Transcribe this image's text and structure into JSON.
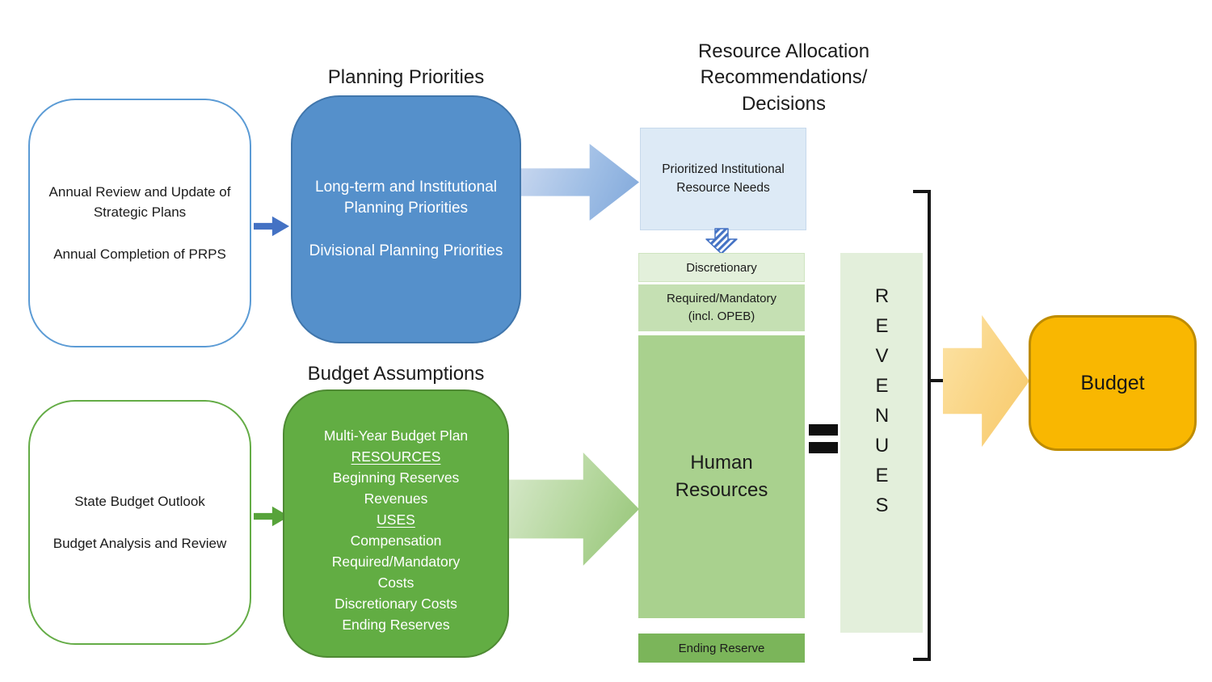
{
  "diagram": {
    "strategic_plans": {
      "line1": "Annual Review and Update of Strategic Plans",
      "line2": "Annual Completion of PRPS"
    },
    "planning": {
      "title": "Planning Priorities",
      "item1": "Long-term and Institutional Planning Priorities",
      "item2": "Divisional Planning Priorities"
    },
    "resource_allocation_title": "Resource Allocation\nRecommendations/\nDecisions",
    "prioritized_needs": "Prioritized Institutional Resource Needs",
    "allocation_rows": {
      "discretionary": "Discretionary",
      "required_mandatory": "Required/Mandatory\n(incl. OPEB)",
      "human_resources": "Human\nResources",
      "ending_reserve": "Ending Reserve"
    },
    "revenues_label": "REVENUES",
    "budget_label": "Budget",
    "state_budget": {
      "line1": "State Budget Outlook",
      "line2": "Budget Analysis and Review"
    },
    "assumptions": {
      "title": "Budget Assumptions",
      "lines": [
        {
          "text": "Multi-Year Budget Plan",
          "underline": false
        },
        {
          "text": "RESOURCES",
          "underline": true
        },
        {
          "text": "Beginning Reserves",
          "underline": false
        },
        {
          "text": "Revenues",
          "underline": false
        },
        {
          "text": "USES",
          "underline": true
        },
        {
          "text": "Compensation",
          "underline": false
        },
        {
          "text": "Required/Mandatory\nCosts",
          "underline": false
        },
        {
          "text": "Discretionary Costs",
          "underline": false
        },
        {
          "text": "Ending Reserves",
          "underline": false
        }
      ]
    },
    "colors": {
      "blue_accent": "#4472C4",
      "blue_box_fill": "#5590CB",
      "light_blue_fill": "#DDEAF6",
      "green_box_fill": "#62AD43",
      "light_green_1": "#E3F0DB",
      "light_green_2": "#C5E0B3",
      "human_resources_green": "#A9D18E",
      "ending_reserve_green": "#7BB55A",
      "revenues_fill": "#E3EFDB",
      "budget_amber": "#F9B701"
    }
  }
}
